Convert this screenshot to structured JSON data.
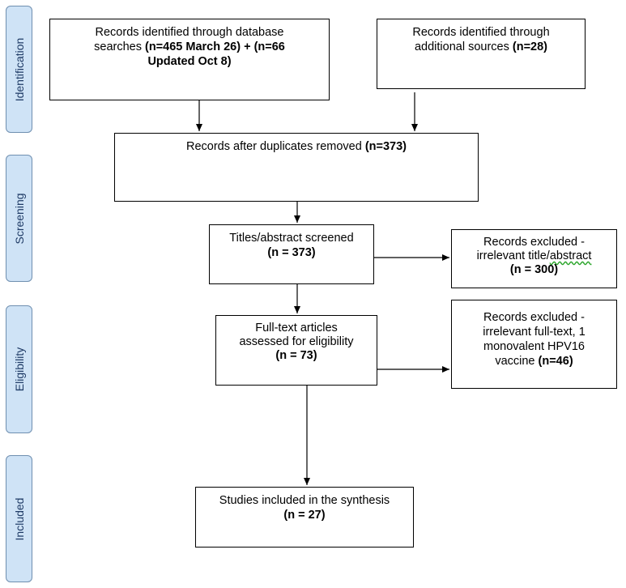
{
  "phases": {
    "identification": "Identification",
    "screening": "Screening",
    "eligibility": "Eligibility",
    "included": "Included"
  },
  "boxes": {
    "database_search": {
      "line1": "Records identified through database",
      "line2_prefix": "searches ",
      "line2_bold": "(n=465 March 26) + (n=66",
      "line3_bold": "Updated Oct 8)"
    },
    "additional_sources": {
      "line1": "Records identified through",
      "line2_prefix": "additional sources ",
      "line2_bold": "(n=28)"
    },
    "duplicates_removed": {
      "text": "Records after duplicates removed ",
      "bold": "(n=373)"
    },
    "screened": {
      "line1": "Titles/abstract screened",
      "line2_bold": "(n = 373)"
    },
    "excluded_title": {
      "line1": "Records excluded -",
      "line2_prefix": "irrelevant title/",
      "line2_wavy": "abstract",
      "line3_bold": "(n = 300)"
    },
    "fulltext": {
      "line1": "Full-text articles",
      "line2": "assessed for eligibility",
      "line3_bold": "(n = 73)"
    },
    "excluded_fulltext": {
      "line1": "Records excluded -",
      "line2": "irrelevant full-text, 1",
      "line3": "monovalent HPV16",
      "line4_prefix": "vaccine ",
      "line4_bold": "(n=46)"
    },
    "included": {
      "line1": "Studies included in the synthesis",
      "line2_bold": "(n = 27)"
    }
  }
}
